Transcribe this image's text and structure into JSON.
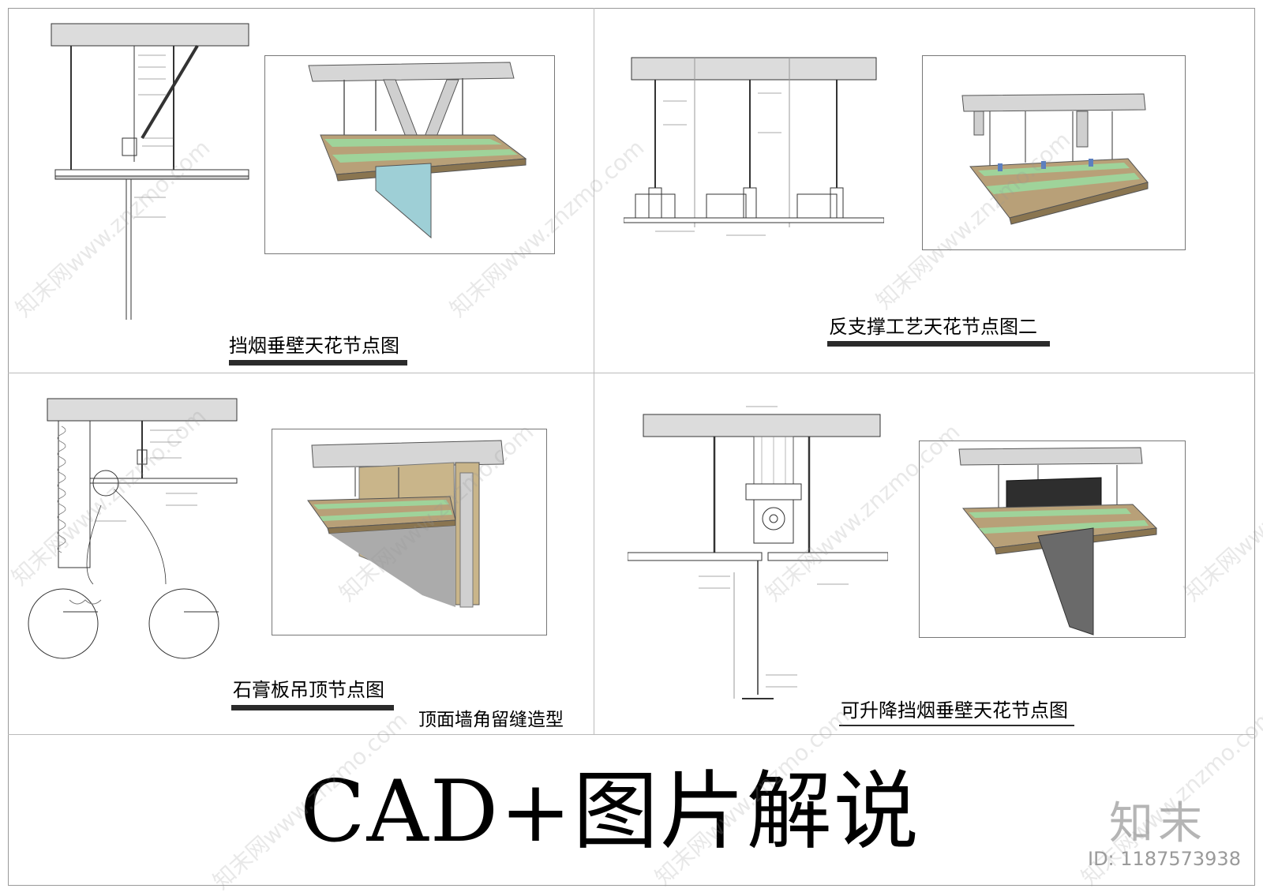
{
  "panels": [
    {
      "id": "p1",
      "title": "挡烟垂壁天花节点图"
    },
    {
      "id": "p2",
      "title": "反支撑工艺天花节点图二"
    },
    {
      "id": "p3",
      "title": "石膏板吊顶节点图",
      "subtitle": "顶面墙角留缝造型"
    },
    {
      "id": "p4",
      "title": "可升降挡烟垂壁天花节点图"
    }
  ],
  "main_title": "CAD+图片解说",
  "brand": "知末",
  "id_text": "ID: 1187573938",
  "watermark": "知末网www.znzmo.com",
  "colors": {
    "concrete": "#dcdcdc",
    "board_green": "#9fd39a",
    "wood": "#b8a078",
    "glass": "#9ecfd6",
    "metal": "#bfbfbf",
    "dark_panel": "#2e2e2e"
  }
}
